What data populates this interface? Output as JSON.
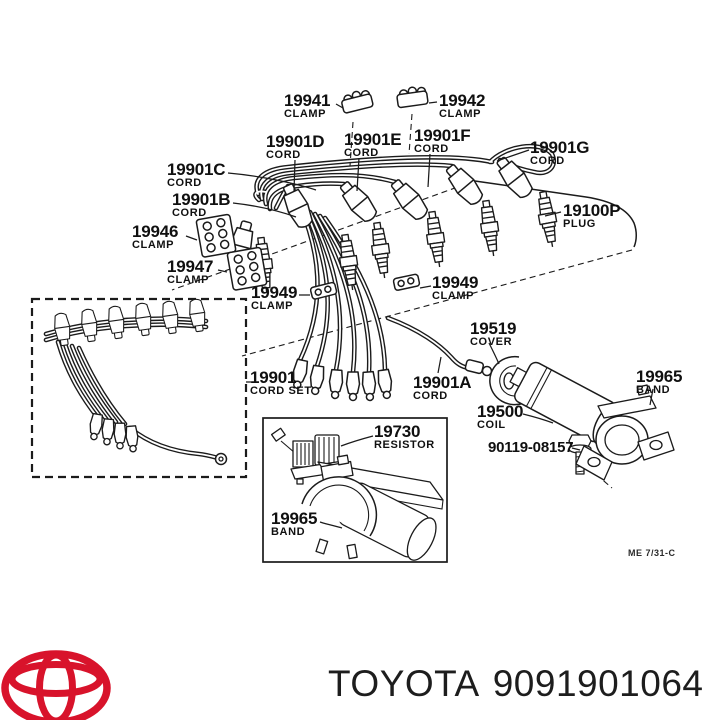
{
  "diagram": {
    "labels": {
      "c19941": {
        "num": "19941",
        "name": "CLAMP"
      },
      "c19942": {
        "num": "19942",
        "name": "CLAMP"
      },
      "d": {
        "num": "19901D",
        "name": "CORD"
      },
      "e": {
        "num": "19901E",
        "name": "CORD"
      },
      "f": {
        "num": "19901F",
        "name": "CORD"
      },
      "g": {
        "num": "19901G",
        "name": "CORD"
      },
      "c": {
        "num": "19901C",
        "name": "CORD"
      },
      "b": {
        "num": "19901B",
        "name": "CORD"
      },
      "c19946": {
        "num": "19946",
        "name": "CLAMP"
      },
      "c19947": {
        "num": "19947",
        "name": "CLAMP"
      },
      "plug": {
        "num": "19100P",
        "name": "PLUG"
      },
      "c19949l": {
        "num": "19949",
        "name": "CLAMP"
      },
      "c19949r": {
        "num": "19949",
        "name": "CLAMP"
      },
      "cover": {
        "num": "19519",
        "name": "COVER"
      },
      "cordset": {
        "num": "19901",
        "name": "CORD SET"
      },
      "a": {
        "num": "19901A",
        "name": "CORD"
      },
      "coil": {
        "num": "19500",
        "name": "COIL"
      },
      "bandr": {
        "num": "19965",
        "name": "BAND"
      },
      "bolt": {
        "num": "90119-08157"
      },
      "resistor": {
        "num": "19730",
        "name": "RESISTOR"
      },
      "bandb": {
        "num": "19965",
        "name": "BAND"
      }
    },
    "plate_code": "ME 7/31-C",
    "line_color": "#1b1b1b"
  },
  "footer": {
    "brand": "TOYOTA",
    "part_number": "9091901064",
    "logo_color": "#D8132B"
  }
}
